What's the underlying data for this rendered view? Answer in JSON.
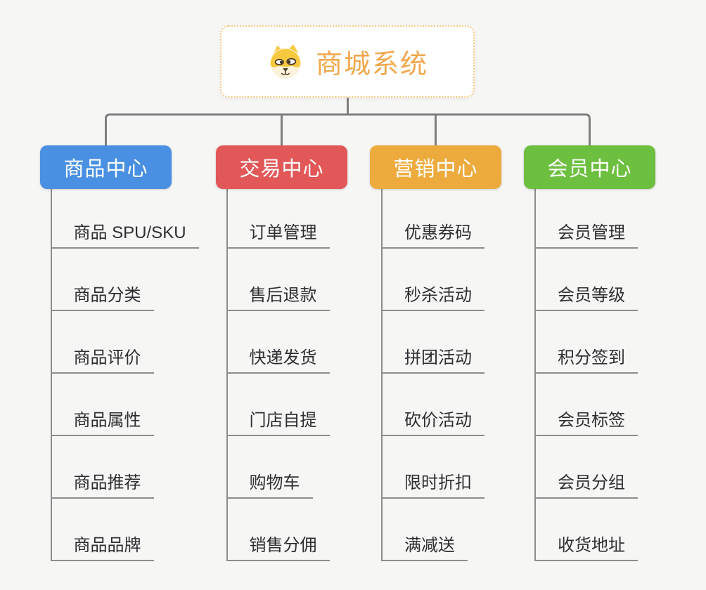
{
  "page": {
    "background": "#f6f6f4",
    "connector_color": "#7f7f7f",
    "leaf_line_color": "#8d8d8d",
    "leaf_text_color": "#2f2f33"
  },
  "root": {
    "title": "商城系统",
    "title_color": "#f1a84d",
    "border_color": "#f6c87f",
    "icon": "dog-face-icon"
  },
  "branches": [
    {
      "label": "商品中心",
      "color": "#4a90e2",
      "items": [
        "商品 SPU/SKU",
        "商品分类",
        "商品评价",
        "商品属性",
        "商品推荐",
        "商品品牌"
      ]
    },
    {
      "label": "交易中心",
      "color": "#e25858",
      "items": [
        "订单管理",
        "售后退款",
        "快递发货",
        "门店自提",
        "购物车",
        "销售分佣"
      ]
    },
    {
      "label": "营销中心",
      "color": "#edab3e",
      "items": [
        "优惠券码",
        "秒杀活动",
        "拼团活动",
        "砍价活动",
        "限时折扣",
        "满减送"
      ]
    },
    {
      "label": "会员中心",
      "color": "#6dbf40",
      "items": [
        "会员管理",
        "会员等级",
        "积分签到",
        "会员标签",
        "会员分组",
        "收货地址"
      ]
    }
  ]
}
